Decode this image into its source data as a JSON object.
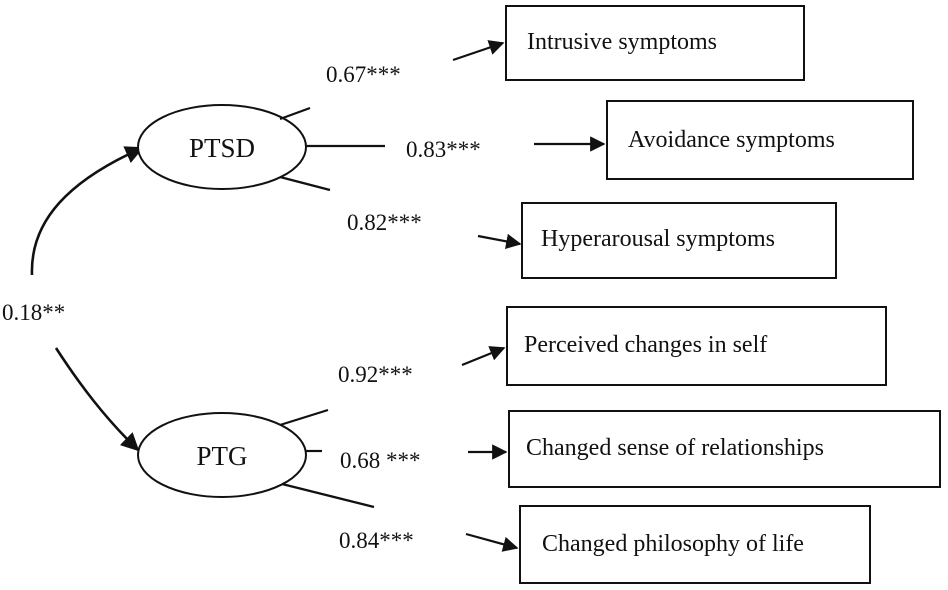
{
  "latent": {
    "ptsd": "PTSD",
    "ptg": "PTG"
  },
  "correlation": "0.18**",
  "indicators": {
    "intrusive": {
      "label": "Intrusive symptoms",
      "loading": "0.67***"
    },
    "avoidance": {
      "label": "Avoidance symptoms",
      "loading": "0.83***"
    },
    "hyperarousal": {
      "label": "Hyperarousal symptoms",
      "loading": "0.82***"
    },
    "self": {
      "label": "Perceived changes in self",
      "loading": "0.92***"
    },
    "relationships": {
      "label": "Changed sense of relationships",
      "loading": "0.68 ***"
    },
    "philosophy": {
      "label": "Changed philosophy of life",
      "loading": "0.84***"
    }
  },
  "colors": {
    "ink": "#111111",
    "background": "#ffffff"
  }
}
